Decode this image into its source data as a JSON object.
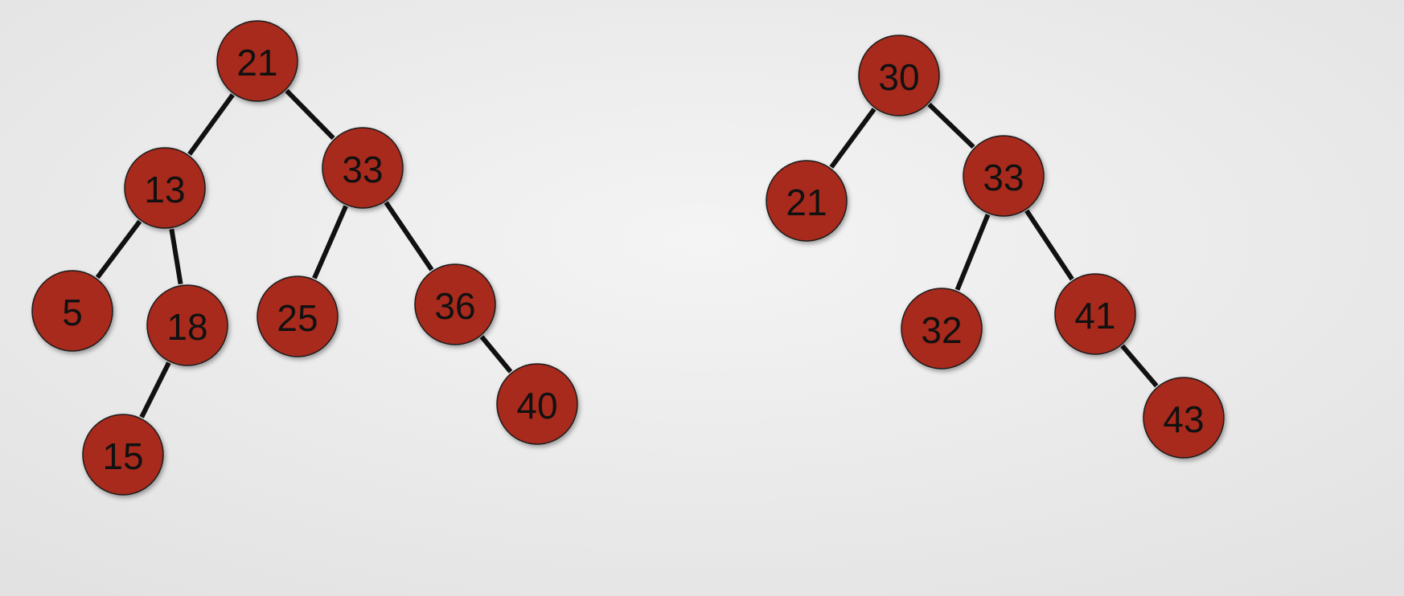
{
  "colors": {
    "node_fill": "#a82a1c",
    "edge": "#111111",
    "label": "#111111"
  },
  "trees": [
    {
      "name": "left-tree",
      "nodes": [
        {
          "id": "21",
          "label": "21"
        },
        {
          "id": "13",
          "label": "13"
        },
        {
          "id": "33",
          "label": "33"
        },
        {
          "id": "5",
          "label": "5"
        },
        {
          "id": "18",
          "label": "18"
        },
        {
          "id": "15",
          "label": "15"
        },
        {
          "id": "25",
          "label": "25"
        },
        {
          "id": "36",
          "label": "36"
        },
        {
          "id": "40",
          "label": "40"
        }
      ],
      "edges": [
        [
          "21",
          "13"
        ],
        [
          "21",
          "33"
        ],
        [
          "13",
          "5"
        ],
        [
          "13",
          "18"
        ],
        [
          "18",
          "15"
        ],
        [
          "33",
          "25"
        ],
        [
          "33",
          "36"
        ],
        [
          "36",
          "40"
        ]
      ]
    },
    {
      "name": "right-tree",
      "nodes": [
        {
          "id": "30",
          "label": "30"
        },
        {
          "id": "21",
          "label": "21"
        },
        {
          "id": "33",
          "label": "33"
        },
        {
          "id": "32",
          "label": "32"
        },
        {
          "id": "41",
          "label": "41"
        },
        {
          "id": "43",
          "label": "43"
        }
      ],
      "edges": [
        [
          "30",
          "21"
        ],
        [
          "30",
          "33"
        ],
        [
          "33",
          "32"
        ],
        [
          "33",
          "41"
        ],
        [
          "41",
          "43"
        ]
      ]
    }
  ]
}
